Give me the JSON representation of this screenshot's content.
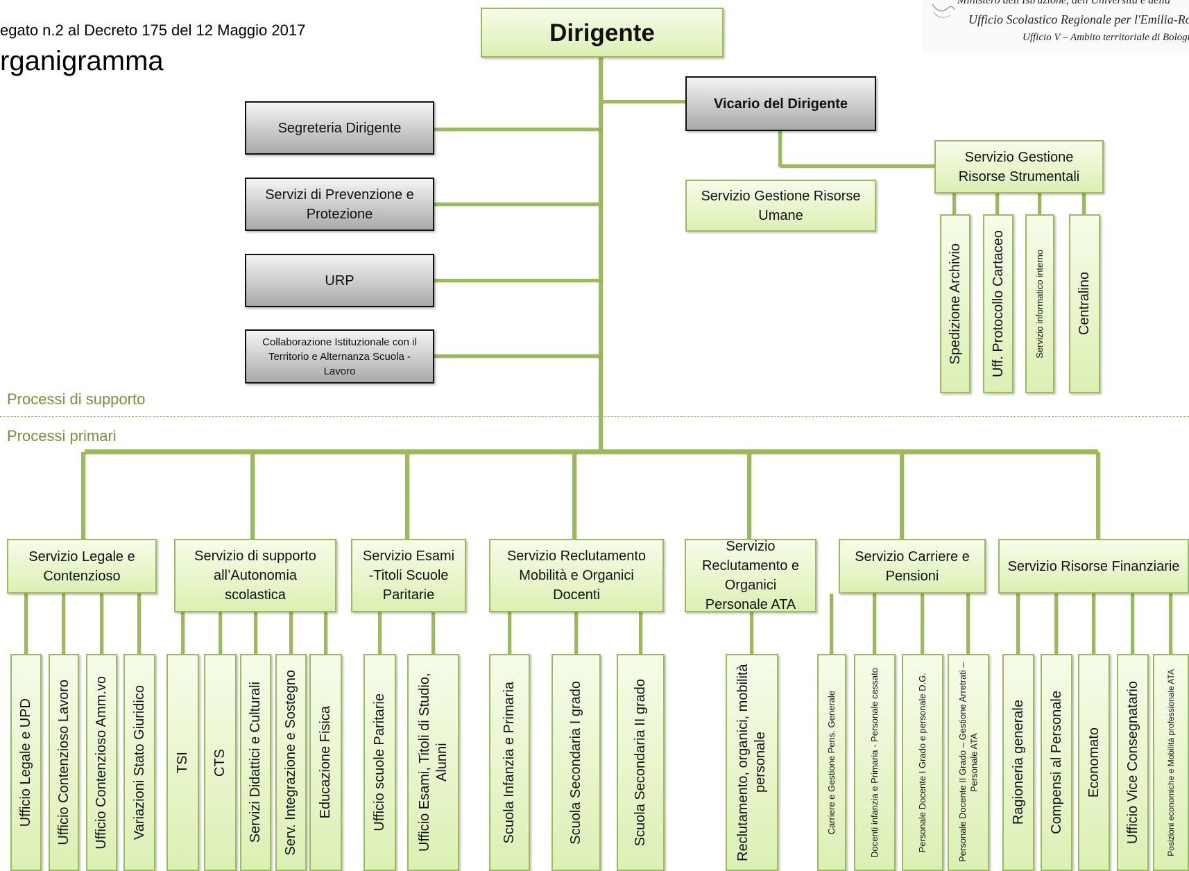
{
  "header": {
    "decree": "egato n.2 al Decreto 175 del 12 Maggio 2017",
    "title": "rganigramma",
    "logo_line1": "Ministero dell'Istruzione, dell'Università e della",
    "logo_line2": "Ufficio Scolastico Regionale per l'Emilia-Ro",
    "logo_line3": "Ufficio V – Ambito territoriale di Bologna"
  },
  "sections": {
    "support": "Processi di supporto",
    "primary": "Processi primari"
  },
  "colors": {
    "line": "#9BBB59",
    "box_green_top": "#f6fce9",
    "box_green_bottom": "#dcf0b4",
    "box_gray_top": "#f4f4f4",
    "box_gray_bottom": "#a9a9a9",
    "section_text": "#76923C"
  },
  "top": {
    "director": "Dirigente",
    "vicar": "Vicario del Dirigente",
    "support_units": [
      "Segreteria Dirigente",
      "Servizi di Prevenzione e Protezione",
      "URP",
      "Collaborazione Istituzionale con il Territorio e Alternanza Scuola - Lavoro"
    ],
    "hr": "Servizio Gestione Risorse Umane",
    "instr": "Servizio Gestione Risorse Strumentali",
    "instr_children": [
      "Spedizione Archivio",
      "Uff. Protocollo Cartaceo",
      "Servizio informatico interno",
      "Centralino"
    ]
  },
  "services": [
    {
      "label": "Servizio Legale e Contenzioso",
      "children": [
        "Ufficio Legale e UPD",
        "Ufficio Contenzioso Lavoro",
        "Ufficio Contenzioso Amm.vo",
        "Variazioni Stato Giuridico"
      ]
    },
    {
      "label": "Servizio di supporto all’Autonomia scolastica",
      "children": [
        "TSI",
        "CTS",
        "Servizi Didattici e Culturali",
        "Serv. Integrazione e Sostegno",
        "Educazione Fisica"
      ]
    },
    {
      "label": "Servizio Esami -Titoli Scuole Paritarie",
      "children": [
        "Ufficio scuole Paritarie",
        "Ufficio Esami, Titoli di Studio, Alunni"
      ]
    },
    {
      "label": "Servizio Reclutamento Mobilità e Organici Docenti",
      "children": [
        "Scuola Infanzia e Primaria",
        "Scuola Secondaria I grado",
        "Scuola Secondaria II grado"
      ]
    },
    {
      "label": "Servizio Reclutamento e Organici Personale ATA",
      "children": [
        "Reclutamento, organici, mobilità personale"
      ]
    },
    {
      "label": "Servizio Carriere e Pensioni",
      "children": [
        "Carriere e Gestione Pens. Generale",
        "Docenti infanzia e Primaria - Personale cessato",
        "Personale Docente I Grado e personale D.G.",
        "Personale Docente II Grado – Gestione Arretrati – Personale ATA"
      ]
    },
    {
      "label": "Servizio Risorse Finanziarie",
      "children": [
        "Ragioneria generale",
        "Compensi al Personale",
        "Economato",
        "Ufficio Vice Consegnatario",
        "Posizioni economiche e Mobilità professionale ATA"
      ]
    }
  ]
}
